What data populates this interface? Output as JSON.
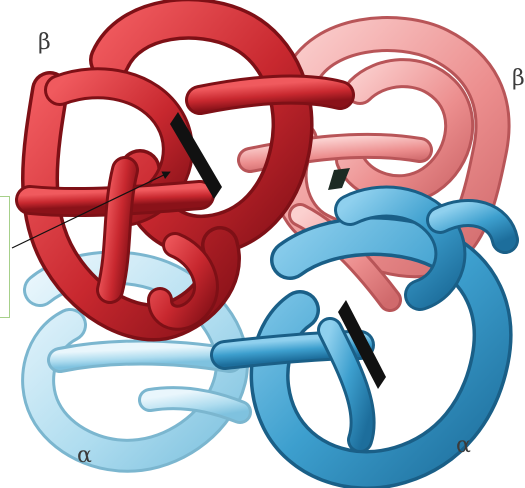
{
  "labels": {
    "beta_left": "β",
    "beta_right": "β",
    "alpha_left": "α",
    "alpha_right": "α"
  },
  "subunits": [
    {
      "chain": "beta",
      "color": "#c8282f"
    },
    {
      "chain": "beta",
      "color": "#ec8e8e"
    },
    {
      "chain": "alpha",
      "color": "#aedcef"
    },
    {
      "chain": "alpha",
      "color": "#3d9fce"
    }
  ],
  "heme_color": "#111111",
  "callout": {
    "border_color": "#a6d08a",
    "arrow_color": "#111111"
  }
}
